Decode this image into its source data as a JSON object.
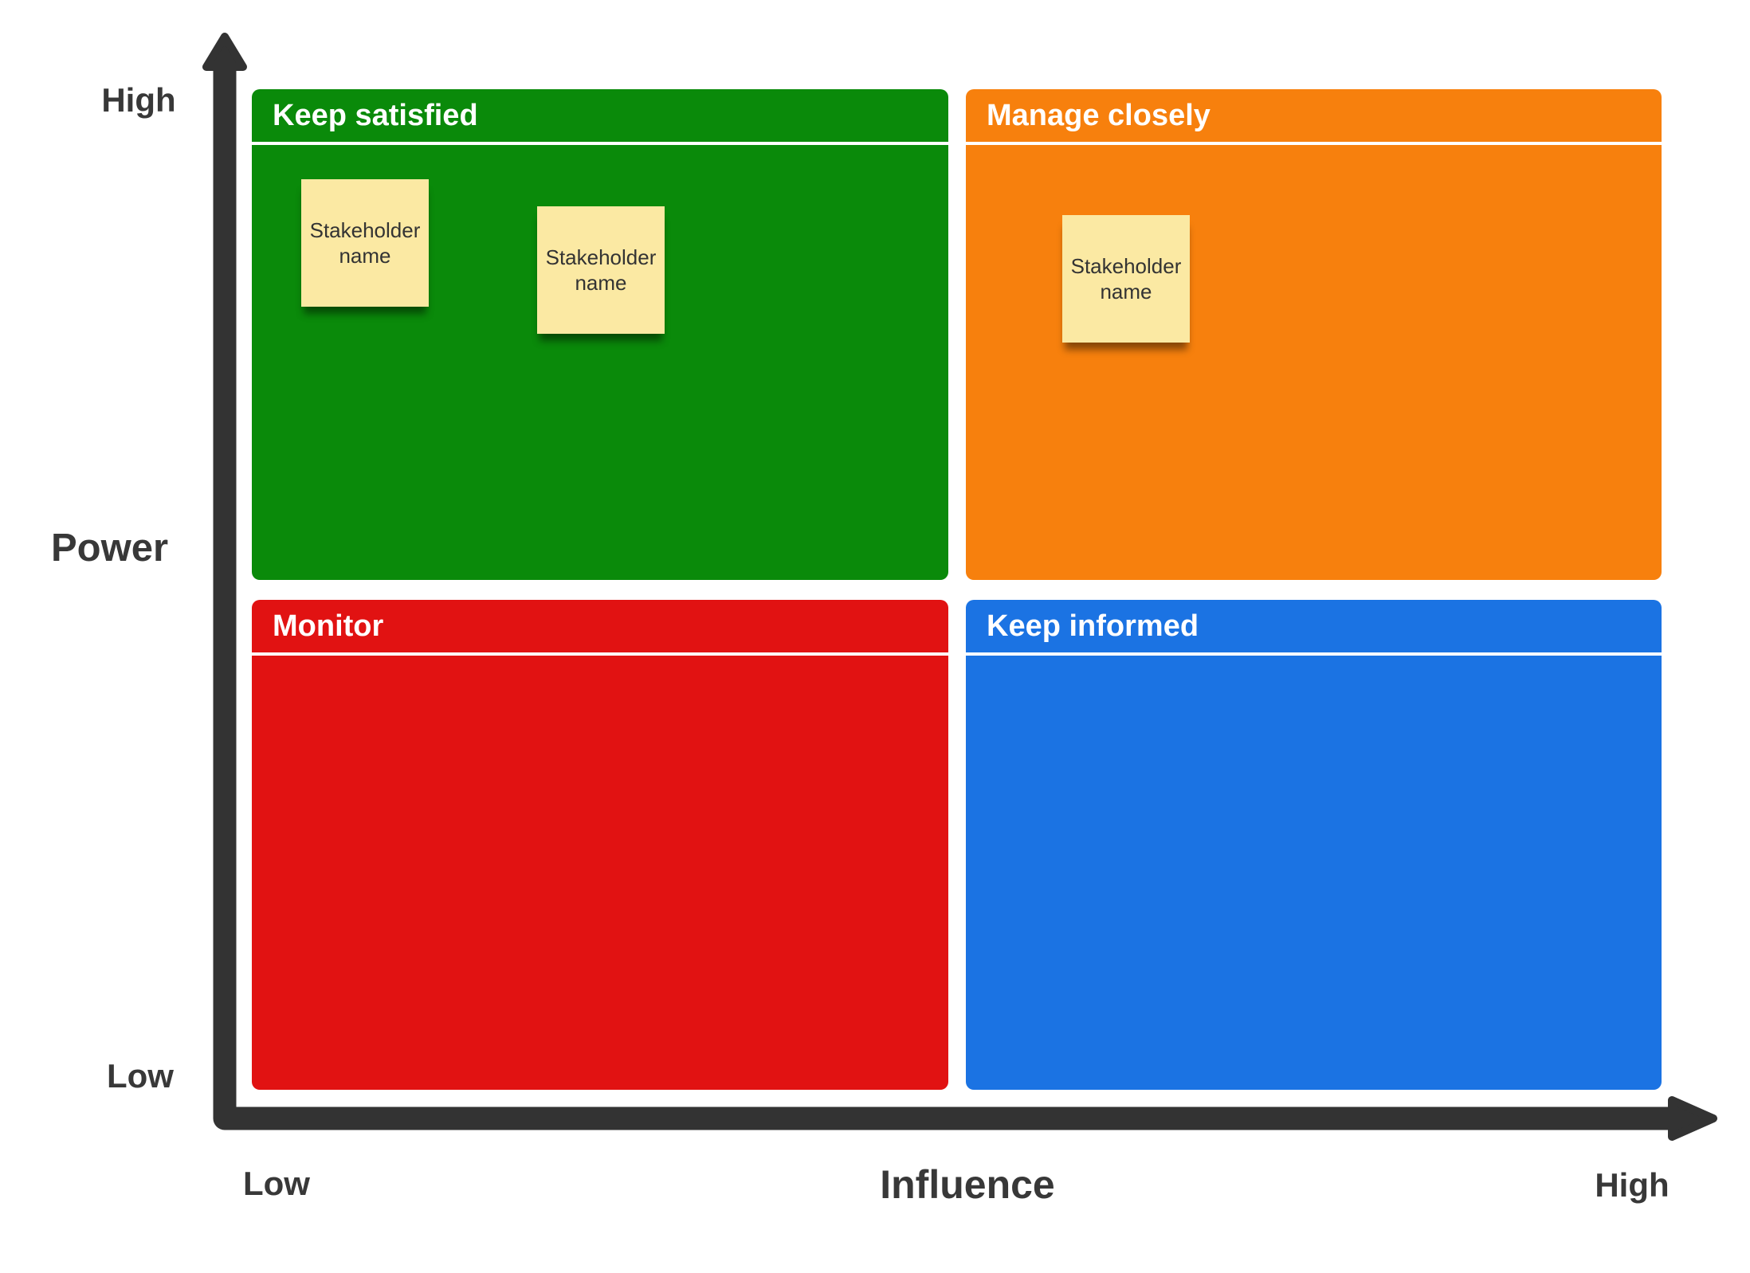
{
  "matrix": {
    "quadrants": [
      {
        "id": "keep-satisfied",
        "title": "Keep satisfied",
        "color": "#0a8a0a",
        "power": "High",
        "influence": "Low"
      },
      {
        "id": "manage-closely",
        "title": "Manage closely",
        "color": "#f7800d",
        "power": "High",
        "influence": "High"
      },
      {
        "id": "monitor",
        "title": "Monitor",
        "color": "#e11212",
        "power": "Low",
        "influence": "Low"
      },
      {
        "id": "keep-informed",
        "title": "Keep informed",
        "color": "#1b73e3",
        "power": "Low",
        "influence": "High"
      }
    ],
    "notes": [
      {
        "quadrant": "keep-satisfied",
        "text": "Stakeholder name"
      },
      {
        "quadrant": "keep-satisfied",
        "text": "Stakeholder name"
      },
      {
        "quadrant": "manage-closely",
        "text": "Stakeholder name"
      }
    ],
    "note_color": "#fbe9a3"
  },
  "axes": {
    "y": {
      "title": "Power",
      "high_label": "High",
      "low_label": "Low"
    },
    "x": {
      "title": "Influence",
      "low_label": "Low",
      "high_label": "High"
    },
    "color": "#333333"
  }
}
